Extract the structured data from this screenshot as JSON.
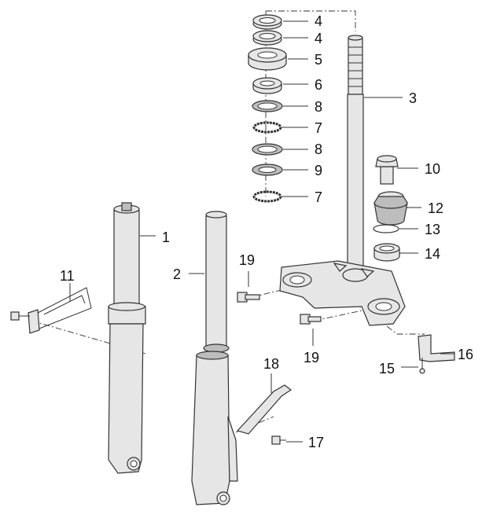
{
  "callouts": {
    "c1": "1",
    "c2": "2",
    "c3": "3",
    "c4a": "4",
    "c4b": "4",
    "c5": "5",
    "c6": "6",
    "c7a": "7",
    "c7b": "7",
    "c8a": "8",
    "c8b": "8",
    "c9": "9",
    "c10": "10",
    "c11": "11",
    "c12": "12",
    "c13": "13",
    "c14": "14",
    "c15": "15",
    "c16": "16",
    "c17": "17",
    "c18": "18",
    "c19a": "19",
    "c19b": "19"
  }
}
